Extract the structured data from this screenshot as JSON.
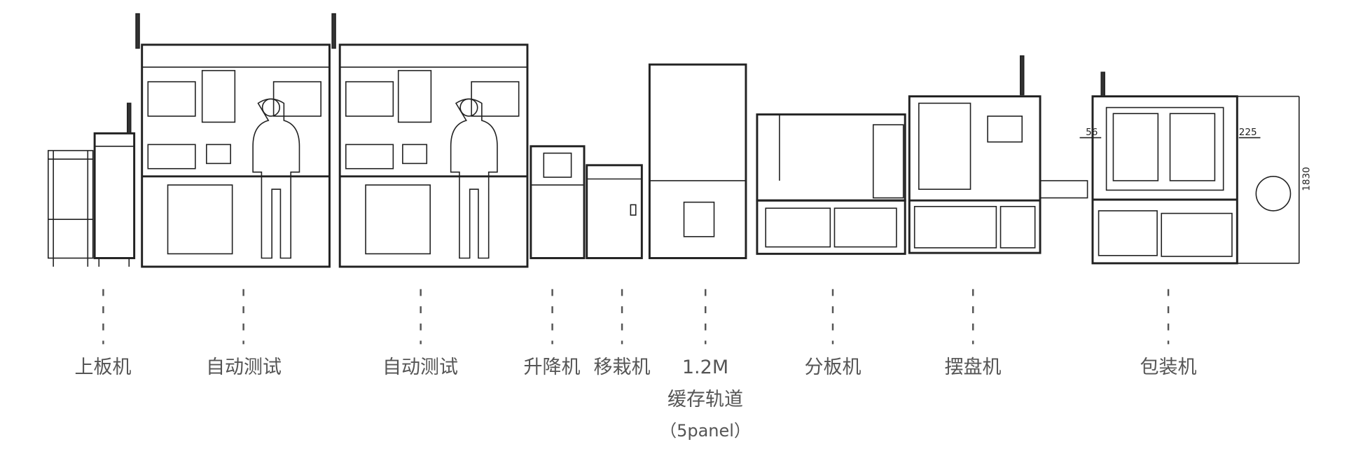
{
  "stations": [
    {
      "label": "上板机"
    },
    {
      "label": "自动测试"
    },
    {
      "label": "自动测试"
    },
    {
      "label": "升降机"
    },
    {
      "label": "移栽机"
    },
    {
      "label": "1.2M",
      "line2": "缓存轨道",
      "line3": "（5panel）"
    },
    {
      "label": "分板机"
    },
    {
      "label": "摆盘机"
    },
    {
      "label": "包装机"
    }
  ],
  "dimensions": {
    "d1": "56",
    "d2": "225",
    "height": "1830"
  }
}
